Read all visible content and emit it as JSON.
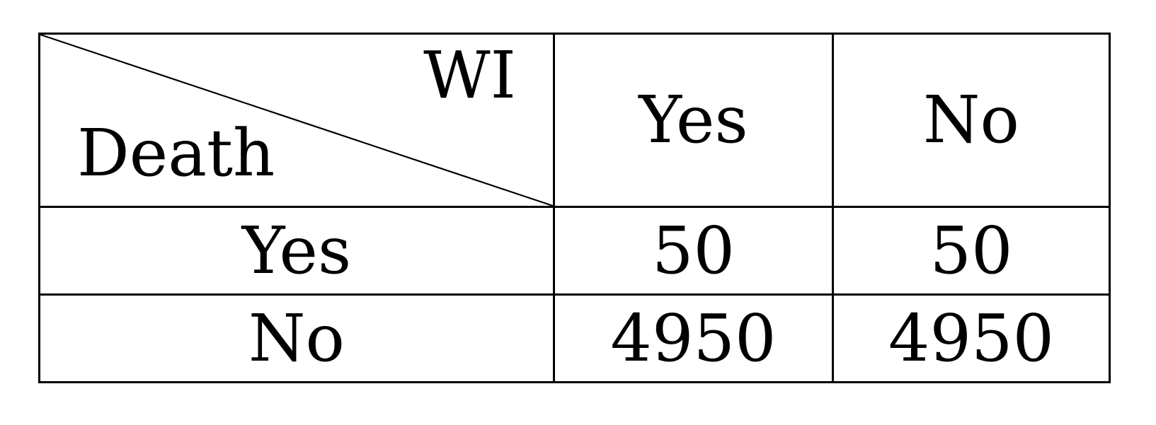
{
  "table": {
    "corner": {
      "column_variable": "WI",
      "row_variable": "Death"
    },
    "column_headers": [
      "Yes",
      "No"
    ],
    "rows": [
      {
        "label": "Yes",
        "cells": [
          "50",
          "50"
        ]
      },
      {
        "label": "No",
        "cells": [
          "4950",
          "4950"
        ]
      }
    ]
  }
}
